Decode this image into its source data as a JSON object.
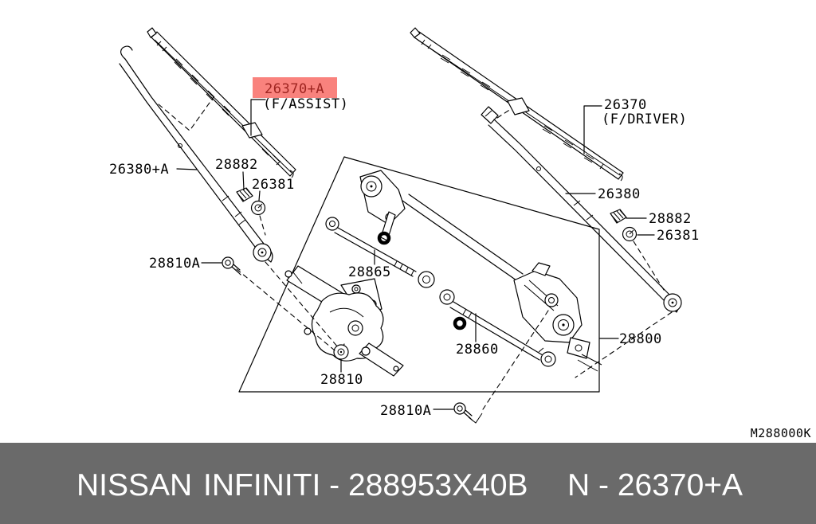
{
  "colors": {
    "highlight_bg": "#f9827d",
    "highlight_text": "#9e2420",
    "banner_bg": "#6a6a6a",
    "banner_text": "#ffffff",
    "line": "#000000"
  },
  "parts": {
    "assist_blade": {
      "code": "26370+A",
      "note": "(F/ASSIST)"
    },
    "driver_blade": {
      "code": "26370",
      "note": "(F/DRIVER)"
    },
    "assist_arm": {
      "code": "26380+A"
    },
    "driver_arm": {
      "code": "26380"
    },
    "nut_left": {
      "code": "28882"
    },
    "nut_right": {
      "code": "28882"
    },
    "cap_left": {
      "code": "26381"
    },
    "cap_right": {
      "code": "26381"
    },
    "bolt_left": {
      "code": "28810A"
    },
    "bolt_bottom": {
      "code": "28810A"
    },
    "link_rod_1": {
      "code": "28865"
    },
    "link_rod_2": {
      "code": "28860"
    },
    "motor": {
      "code": "28810"
    },
    "linkage_assembly": {
      "code": "28800"
    }
  },
  "watermark": "M288000K",
  "banner": {
    "seg1": "NISSAN",
    "seg2": "INFINITI - 288953X40B",
    "seg3": "N - 26370+A"
  }
}
